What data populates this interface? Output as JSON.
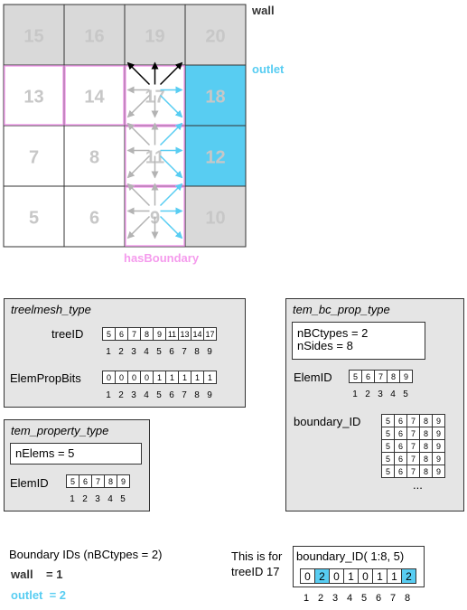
{
  "mesh": {
    "cells": [
      {
        "id": "15",
        "fill": "#d9d9d9"
      },
      {
        "id": "16",
        "fill": "#d9d9d9"
      },
      {
        "id": "19",
        "fill": "#d9d9d9"
      },
      {
        "id": "20",
        "fill": "#d9d9d9"
      },
      {
        "id": "13",
        "fill": "#ffffff"
      },
      {
        "id": "14",
        "fill": "#ffffff"
      },
      {
        "id": "17",
        "fill": "#ffffff"
      },
      {
        "id": "18",
        "fill": "#58cdf2"
      },
      {
        "id": "7",
        "fill": "#ffffff"
      },
      {
        "id": "8",
        "fill": "#ffffff"
      },
      {
        "id": "11",
        "fill": "#ffffff"
      },
      {
        "id": "12",
        "fill": "#58cdf2"
      },
      {
        "id": "5",
        "fill": "#ffffff"
      },
      {
        "id": "6",
        "fill": "#ffffff"
      },
      {
        "id": "9",
        "fill": "#ffffff"
      },
      {
        "id": "10",
        "fill": "#d9d9d9"
      }
    ],
    "label_wall": "wall",
    "label_outlet": "outlet",
    "label_has_boundary": "hasBoundary",
    "colors": {
      "wall": "#d9d9d9",
      "outlet": "#58cdf2",
      "boundary": "#f5a3f0",
      "arrow_black": "#000000",
      "arrow_gray": "#b3b3b3",
      "arrow_blue": "#58cdf2"
    }
  },
  "treelmesh": {
    "title": "treelmesh_type",
    "treeID_label": "treeID",
    "treeID_values": [
      "5",
      "6",
      "7",
      "8",
      "9",
      "11",
      "13",
      "14",
      "17"
    ],
    "indices": [
      "1",
      "2",
      "3",
      "4",
      "5",
      "6",
      "7",
      "8",
      "9"
    ],
    "prop_label": "ElemPropBits",
    "prop_values": [
      "0",
      "0",
      "0",
      "0",
      "1",
      "1",
      "1",
      "1",
      "1"
    ]
  },
  "tem_property": {
    "title": "tem_property_type",
    "nelems": "nElems = 5",
    "elem_label": "ElemID",
    "elem_values": [
      "5",
      "6",
      "7",
      "8",
      "9"
    ],
    "indices": [
      "1",
      "2",
      "3",
      "4",
      "5"
    ]
  },
  "bc_prop": {
    "title": "tem_bc_prop_type",
    "nbctypes": "nBCtypes = 2",
    "nsides": "nSides = 8",
    "elem_label": "ElemID",
    "elem_values": [
      "5",
      "6",
      "7",
      "8",
      "9"
    ],
    "indices": [
      "1",
      "2",
      "3",
      "4",
      "5"
    ],
    "boundary_label": "boundary_ID",
    "boundary_rows": [
      [
        "5",
        "6",
        "7",
        "8",
        "9"
      ],
      [
        "5",
        "6",
        "7",
        "8",
        "9"
      ],
      [
        "5",
        "6",
        "7",
        "8",
        "9"
      ],
      [
        "5",
        "6",
        "7",
        "8",
        "9"
      ],
      [
        "5",
        "6",
        "7",
        "8",
        "9"
      ]
    ],
    "ellipsis": "..."
  },
  "legend": {
    "title": "Boundary IDs (nBCtypes = 2)",
    "wall": "wall    = 1",
    "outlet": "outlet  = 2"
  },
  "example": {
    "note_line1": "This is for",
    "note_line2": "treeID 17",
    "title": "boundary_ID( 1:8, 5)",
    "values": [
      "0",
      "2",
      "0",
      "1",
      "0",
      "1",
      "1",
      "2"
    ],
    "highlight": [
      false,
      true,
      false,
      false,
      false,
      false,
      false,
      true
    ],
    "indices": [
      "1",
      "2",
      "3",
      "4",
      "5",
      "6",
      "7",
      "8"
    ]
  }
}
